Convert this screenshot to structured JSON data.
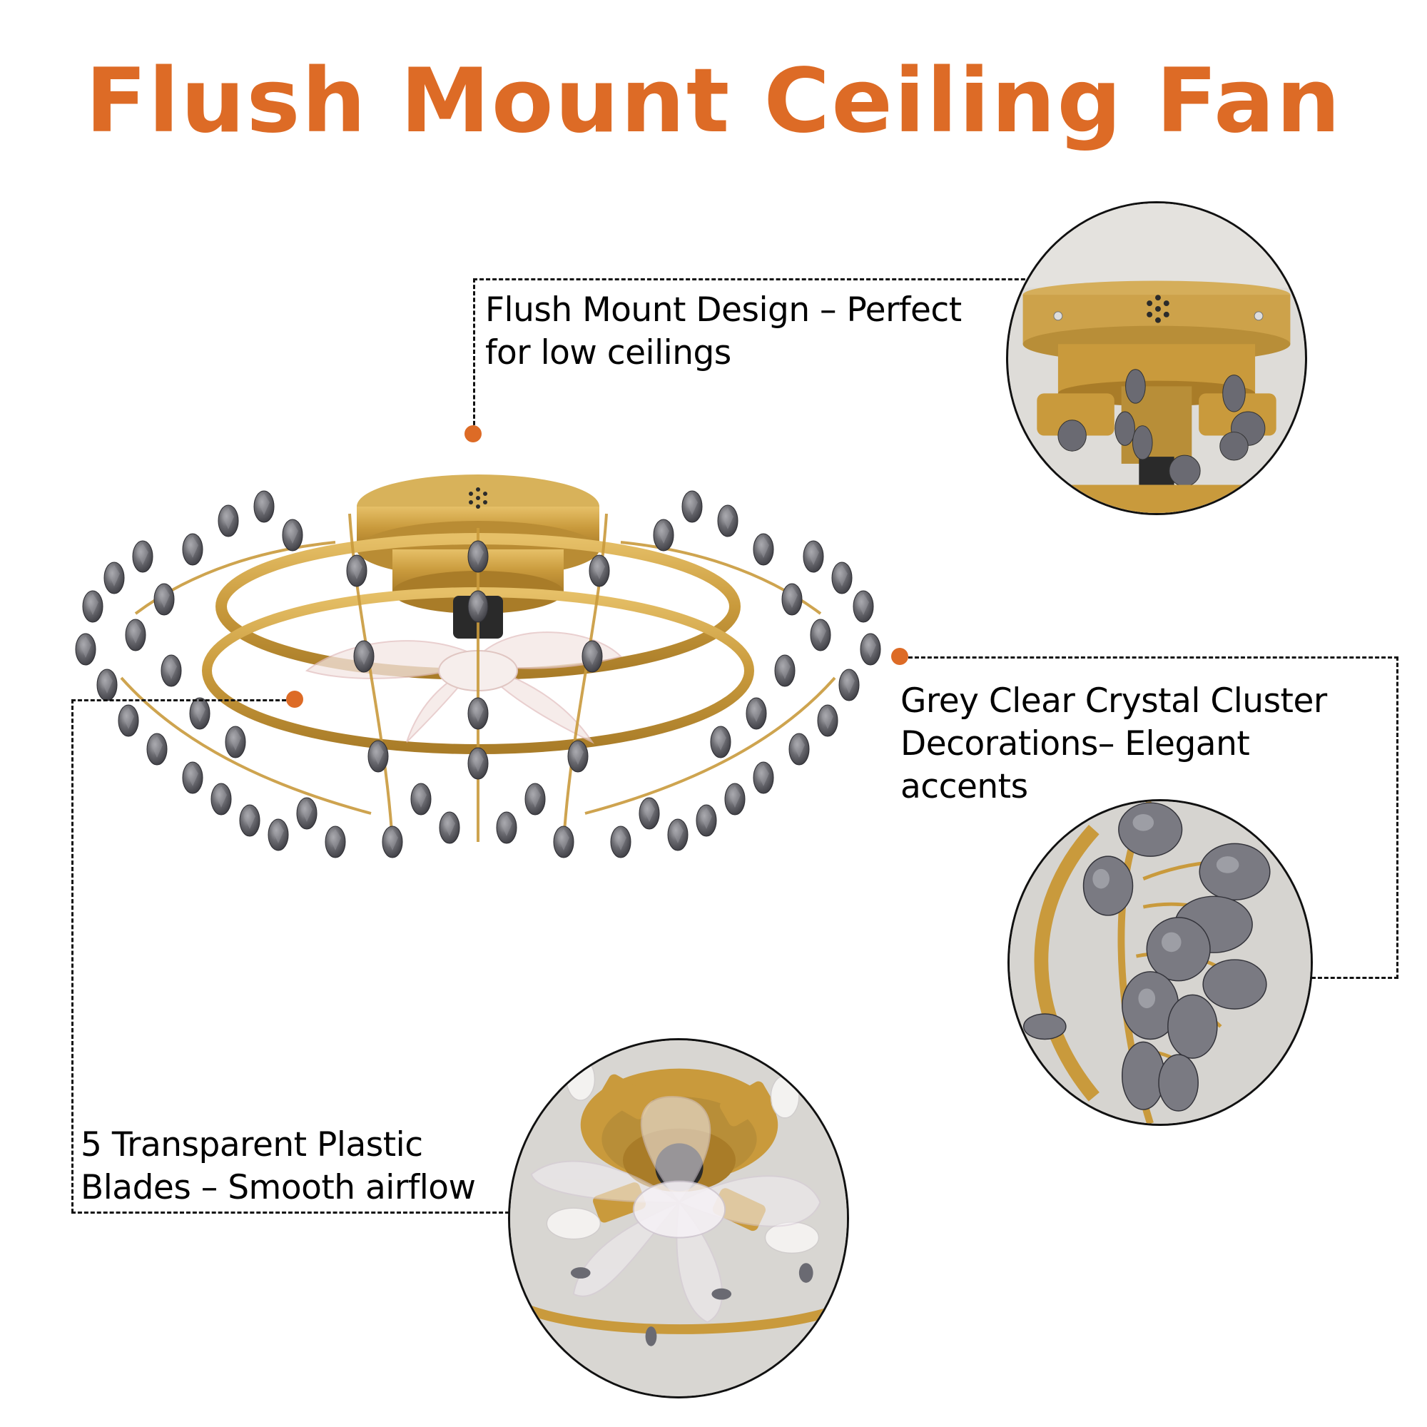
{
  "header": {
    "title": "Flush Mount Ceiling Fan"
  },
  "callouts": [
    {
      "id": "flush-mount",
      "lines": [
        "Flush Mount Design – Perfect",
        "for low ceilings"
      ],
      "detail_image": "fan-canopy-closeup"
    },
    {
      "id": "crystal",
      "lines": [
        "Grey Clear Crystal Cluster",
        "Decorations– Elegant",
        "accents"
      ],
      "detail_image": "crystal-cluster-closeup"
    },
    {
      "id": "blades",
      "lines": [
        "5 Transparent Plastic",
        "Blades – Smooth airflow"
      ],
      "detail_image": "fan-blades-closeup"
    }
  ],
  "product_image": "gold-crystal-flush-mount-ceiling-fan",
  "colors": {
    "accent": "#DD6B26",
    "text": "#000000",
    "gold": "#C9A04A",
    "crystal": "#5E6068",
    "background": "#FFFFFF"
  }
}
